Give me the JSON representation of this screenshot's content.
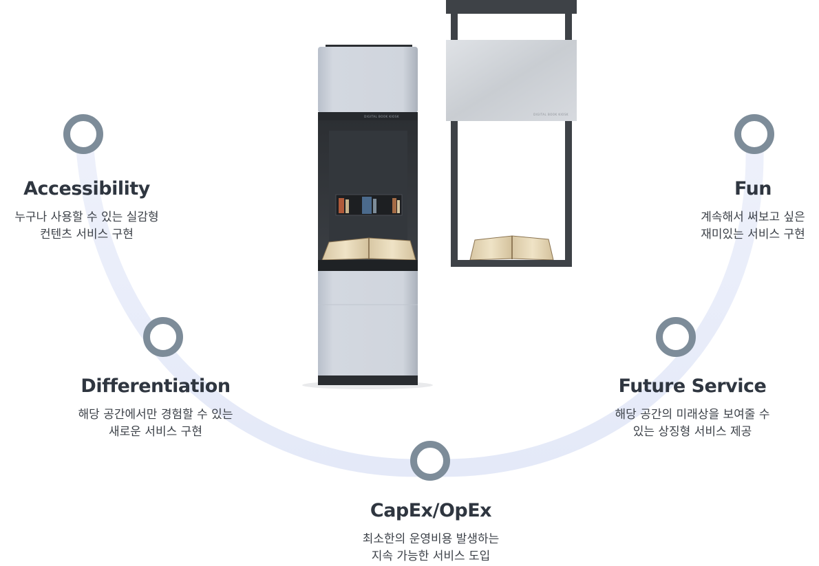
{
  "features": [
    {
      "id": "accessibility",
      "title": "Accessibility",
      "lines": [
        "누구나 사용할 수 있는 실감형",
        "컨텐츠 서비스 구현"
      ]
    },
    {
      "id": "differentiation",
      "title": "Differentiation",
      "lines": [
        "해당 공간에서만 경험할 수 있는",
        "새로운 서비스 구현"
      ]
    },
    {
      "id": "capex",
      "title": "CapEx/OpEx",
      "lines": [
        "최소한의 운영비용 발생하는",
        "지속 가능한 서비스 도입"
      ]
    },
    {
      "id": "future",
      "title": "Future Service",
      "lines": [
        "해당 공간의 미래상을 보여줄 수",
        "있는 상징형 서비스 제공"
      ]
    },
    {
      "id": "fun",
      "title": "Fun",
      "lines": [
        "계속해서 써보고 싶은",
        "재미있는 서비스 구현"
      ]
    }
  ],
  "kiosk": {
    "standing_label": "DIGITAL BOOK KIOSK",
    "hanging_label": "DIGITAL BOOK KIOSK"
  },
  "colors": {
    "arc": "#e7ecfa",
    "node_ring": "#7d8c99",
    "title": "#2f3640",
    "text": "#3c4148"
  }
}
